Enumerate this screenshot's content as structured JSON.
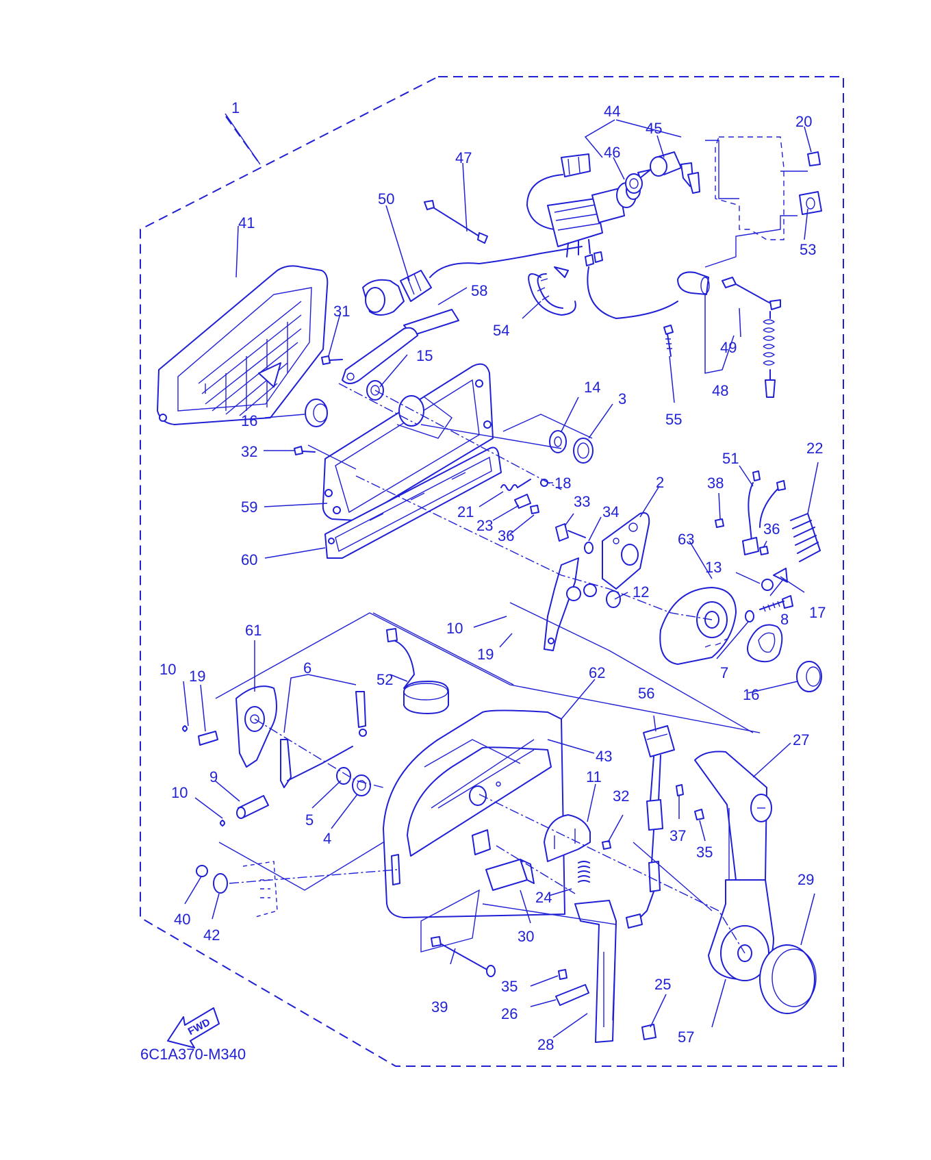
{
  "diagram": {
    "drawing_code": "6C1A370-M340",
    "direction_label": "FWD",
    "accent_color": "#1f1fd6",
    "callouts": [
      "1",
      "2",
      "3",
      "4",
      "5",
      "6",
      "7",
      "8",
      "9",
      "10",
      "10",
      "10",
      "11",
      "12",
      "13",
      "14",
      "15",
      "16",
      "16",
      "17",
      "18",
      "19",
      "19",
      "20",
      "21",
      "22",
      "23",
      "24",
      "25",
      "26",
      "27",
      "28",
      "29",
      "30",
      "31",
      "32",
      "32",
      "33",
      "34",
      "35",
      "35",
      "36",
      "36",
      "37",
      "38",
      "39",
      "40",
      "41",
      "42",
      "43",
      "44",
      "45",
      "46",
      "47",
      "48",
      "49",
      "50",
      "51",
      "52",
      "53",
      "54",
      "55",
      "56",
      "57",
      "58",
      "59",
      "60",
      "61",
      "62",
      "63"
    ]
  }
}
